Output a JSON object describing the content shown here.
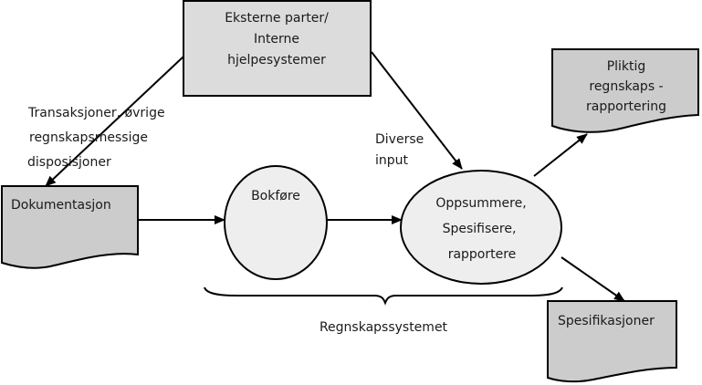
{
  "nodes": {
    "external": {
      "lines": [
        "Eksterne parter/",
        "Interne",
        "hjelpesystemer"
      ],
      "shape": "rectangle",
      "fill": "#dcdcdc"
    },
    "documentation": {
      "lines": [
        "Dokumentasjon"
      ],
      "shape": "document",
      "fill": "#cccccc"
    },
    "bookkeeping": {
      "lines": [
        "Bokføre"
      ],
      "shape": "ellipse",
      "fill": "#eeeeee"
    },
    "summarize": {
      "lines": [
        "Oppsummere,",
        "Spesifisere,",
        "rapportere"
      ],
      "shape": "ellipse",
      "fill": "#eeeeee"
    },
    "mandatory_reporting": {
      "lines": [
        "Pliktig",
        "regnskaps -",
        "rapportering"
      ],
      "shape": "document",
      "fill": "#cccccc"
    },
    "specifications": {
      "lines": [
        "Spesifikasjoner"
      ],
      "shape": "document",
      "fill": "#cccccc"
    }
  },
  "edge_labels": {
    "transactions": [
      "Transaksjoner, øvrige",
      "regnskapsmessige",
      "disposisjoner"
    ],
    "diverse_input": [
      "Diverse",
      "input"
    ]
  },
  "edges": [
    {
      "from": "external",
      "to": "documentation",
      "label": "transactions"
    },
    {
      "from": "external",
      "to": "summarize",
      "label": "diverse_input"
    },
    {
      "from": "documentation",
      "to": "bookkeeping"
    },
    {
      "from": "bookkeeping",
      "to": "summarize"
    },
    {
      "from": "summarize",
      "to": "mandatory_reporting"
    },
    {
      "from": "summarize",
      "to": "specifications"
    }
  ],
  "group": {
    "label": "Regnskapssystemet",
    "members": [
      "bookkeeping",
      "summarize"
    ]
  }
}
